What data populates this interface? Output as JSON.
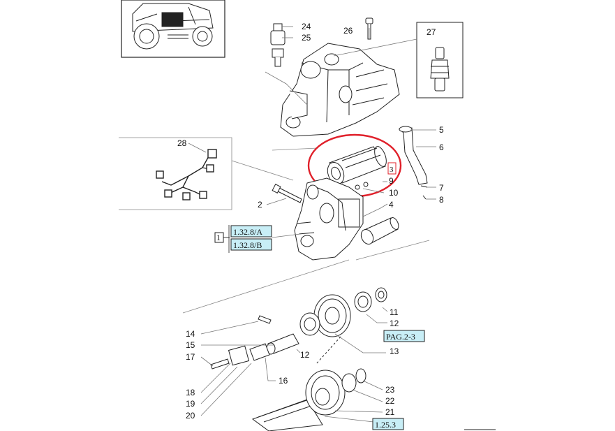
{
  "callouts": {
    "n1": "1",
    "n2": "2",
    "n3": "3",
    "n4": "4",
    "n5": "5",
    "n6": "6",
    "n7": "7",
    "n8": "8",
    "n9": "9",
    "n10": "10",
    "n11": "11",
    "n12a": "12",
    "n12b": "12",
    "n13": "13",
    "n14": "14",
    "n15": "15",
    "n16": "16",
    "n17": "17",
    "n18": "18",
    "n19": "19",
    "n20": "20",
    "n21": "21",
    "n22": "22",
    "n23": "23",
    "n24": "24",
    "n25": "25",
    "n26": "26",
    "n27": "27",
    "n28": "28"
  },
  "references": {
    "ref_a": "1.32.8/A",
    "ref_b": "1.32.8/B",
    "ref_pag": "PAG.2-3",
    "ref_125": "1.25.3"
  },
  "colors": {
    "highlight_circle": "#e0202a",
    "reference_fill": "#c8eef6",
    "line": "#222222",
    "leader": "#888888"
  }
}
